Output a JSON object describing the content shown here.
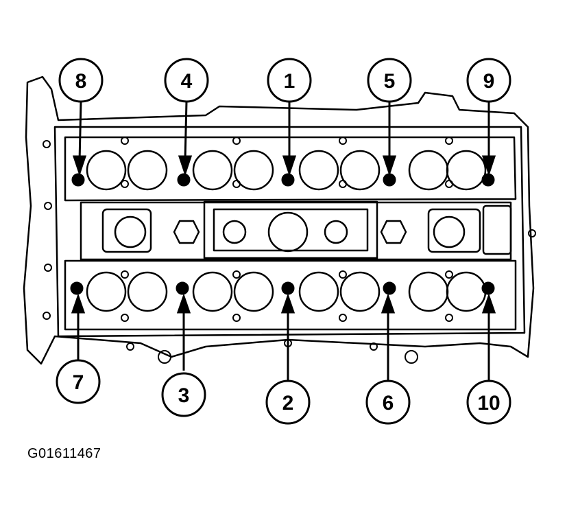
{
  "figure_id": "G01611467",
  "callouts": {
    "c1": "1",
    "c2": "2",
    "c3": "3",
    "c4": "4",
    "c5": "5",
    "c6": "6",
    "c7": "7",
    "c8": "8",
    "c9": "9",
    "c10": "10"
  },
  "colors": {
    "ink": "#000000",
    "paper": "#ffffff"
  }
}
